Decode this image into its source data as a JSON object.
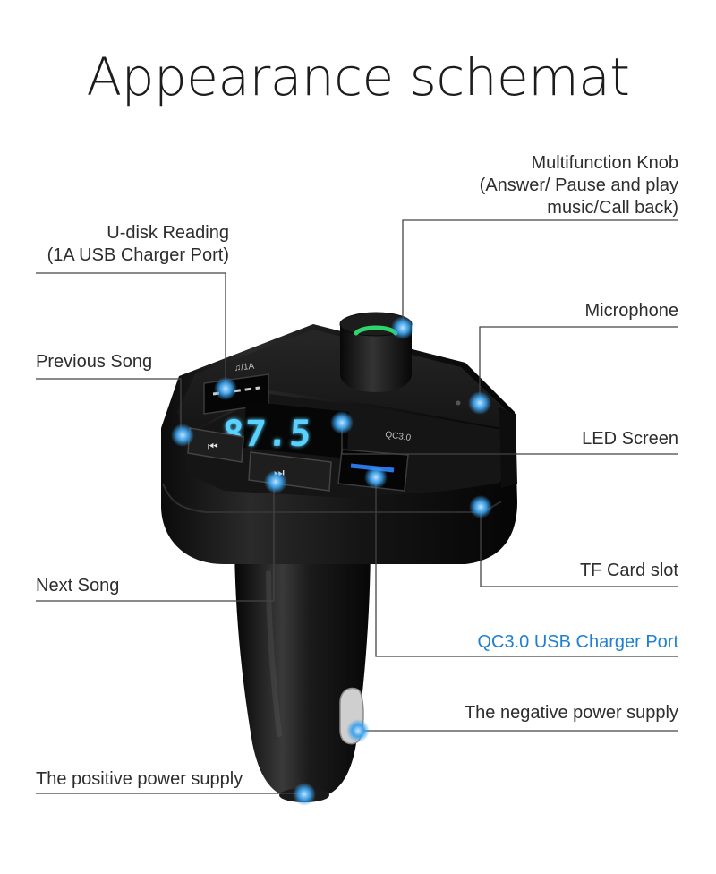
{
  "title": "Appearance schemat",
  "device": {
    "display_value": "87.5",
    "port1_label": "♫/1A",
    "port2_label": "QC3.0"
  },
  "callouts": [
    {
      "id": "knob",
      "lines": [
        "Multifunction Knob",
        "(Answer/ Pause and play",
        "music/Call back)"
      ]
    },
    {
      "id": "udisk",
      "lines": [
        "U-disk Reading",
        "(1A USB Charger Port)"
      ]
    },
    {
      "id": "microphone",
      "lines": [
        "Microphone"
      ]
    },
    {
      "id": "prev",
      "lines": [
        "Previous Song"
      ]
    },
    {
      "id": "led",
      "lines": [
        "LED Screen"
      ]
    },
    {
      "id": "tf",
      "lines": [
        "TF Card slot"
      ]
    },
    {
      "id": "next",
      "lines": [
        "Next Song"
      ]
    },
    {
      "id": "qc",
      "lines": [
        "QC3.0 USB Charger Port"
      ]
    },
    {
      "id": "negative",
      "lines": [
        "The negative power supply"
      ]
    },
    {
      "id": "positive",
      "lines": [
        "The positive power supply"
      ]
    }
  ],
  "colors": {
    "accent": "#1f7fd1",
    "led": "#5ad2ff",
    "body": "#111111",
    "leader": "#444444",
    "dot": "#3aa0ea"
  }
}
